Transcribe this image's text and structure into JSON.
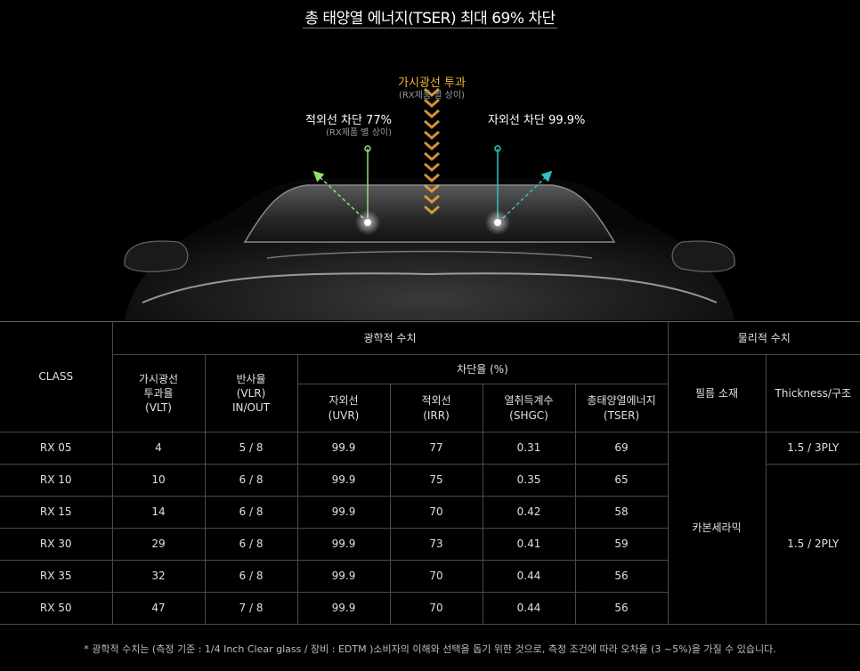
{
  "title": "총 태양열 에너지(TSER) 최대 69% 차단",
  "hero": {
    "visible_light": {
      "label": "가시광선 투과",
      "note": "(RX제품 별 상이)"
    },
    "infrared": {
      "label": "적외선 차단 77%",
      "note": "(RX제품 별 상이)"
    },
    "ultraviolet": {
      "label": "자외선 차단 99.9%"
    },
    "colors": {
      "visible": "#f0a830",
      "infrared": "#8fe070",
      "ultraviolet": "#2ec4c4"
    }
  },
  "table": {
    "class_header": "CLASS",
    "optical_header": "광학적 수치",
    "physical_header": "물리적 수치",
    "vlt_header": [
      "가시광선",
      "투과율",
      "(VLT)"
    ],
    "vlr_header": [
      "반사율",
      "(VLR)",
      "IN/OUT"
    ],
    "block_header": "차단율 (%)",
    "uvr_header": [
      "자외선",
      "(UVR)"
    ],
    "irr_header": [
      "적외선",
      "(IRR)"
    ],
    "shgc_header": [
      "열취득계수",
      "(SHGC)"
    ],
    "tser_header": [
      "총태양열에너지",
      "(TSER)"
    ],
    "material_header": "필름 소재",
    "thickness_header": "Thickness/구조",
    "material_value": "카본세라믹",
    "thickness_values": [
      "1.5 / 3PLY",
      "1.5 / 2PLY"
    ],
    "rows": [
      {
        "cls": "RX 05",
        "vlt": "4",
        "vlr": "5 / 8",
        "uvr": "99.9",
        "irr": "77",
        "shgc": "0.31",
        "tser": "69"
      },
      {
        "cls": "RX 10",
        "vlt": "10",
        "vlr": "6 / 8",
        "uvr": "99.9",
        "irr": "75",
        "shgc": "0.35",
        "tser": "65"
      },
      {
        "cls": "RX 15",
        "vlt": "14",
        "vlr": "6 / 8",
        "uvr": "99.9",
        "irr": "70",
        "shgc": "0.42",
        "tser": "58"
      },
      {
        "cls": "RX 30",
        "vlt": "29",
        "vlr": "6 / 8",
        "uvr": "99.9",
        "irr": "73",
        "shgc": "0.41",
        "tser": "59"
      },
      {
        "cls": "RX 35",
        "vlt": "32",
        "vlr": "6 / 8",
        "uvr": "99.9",
        "irr": "70",
        "shgc": "0.44",
        "tser": "56"
      },
      {
        "cls": "RX 50",
        "vlt": "47",
        "vlr": "7 / 8",
        "uvr": "99.9",
        "irr": "70",
        "shgc": "0.44",
        "tser": "56"
      }
    ]
  },
  "footnote": "* 광학적 수치는 (측정 기준 : 1/4 Inch Clear glass / 장비 : EDTM )소비자의 이해와 선택을 돕기 위한 것으로, 측정 조건에 따라 오차율 (3 ~5%)을 가질 수 있습니다."
}
